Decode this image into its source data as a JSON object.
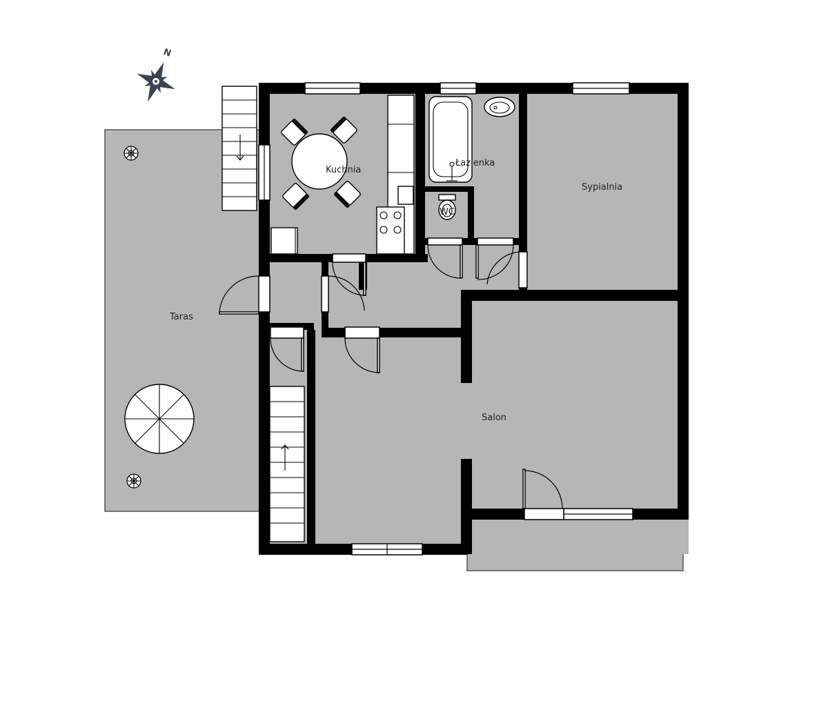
{
  "compass": {
    "label": "N",
    "icon": "compass-rose-icon"
  },
  "rooms": {
    "kitchen": "Kuchnia",
    "bathroom": "Łazienka",
    "wc": "WC",
    "bedroom": "Sypialnia",
    "terrace": "Taras",
    "living_room": "Salon"
  },
  "colors": {
    "floor": "#b6b6b6",
    "wall": "#000000",
    "terrace": "#b6b6b6",
    "compass": "#3a4550"
  }
}
